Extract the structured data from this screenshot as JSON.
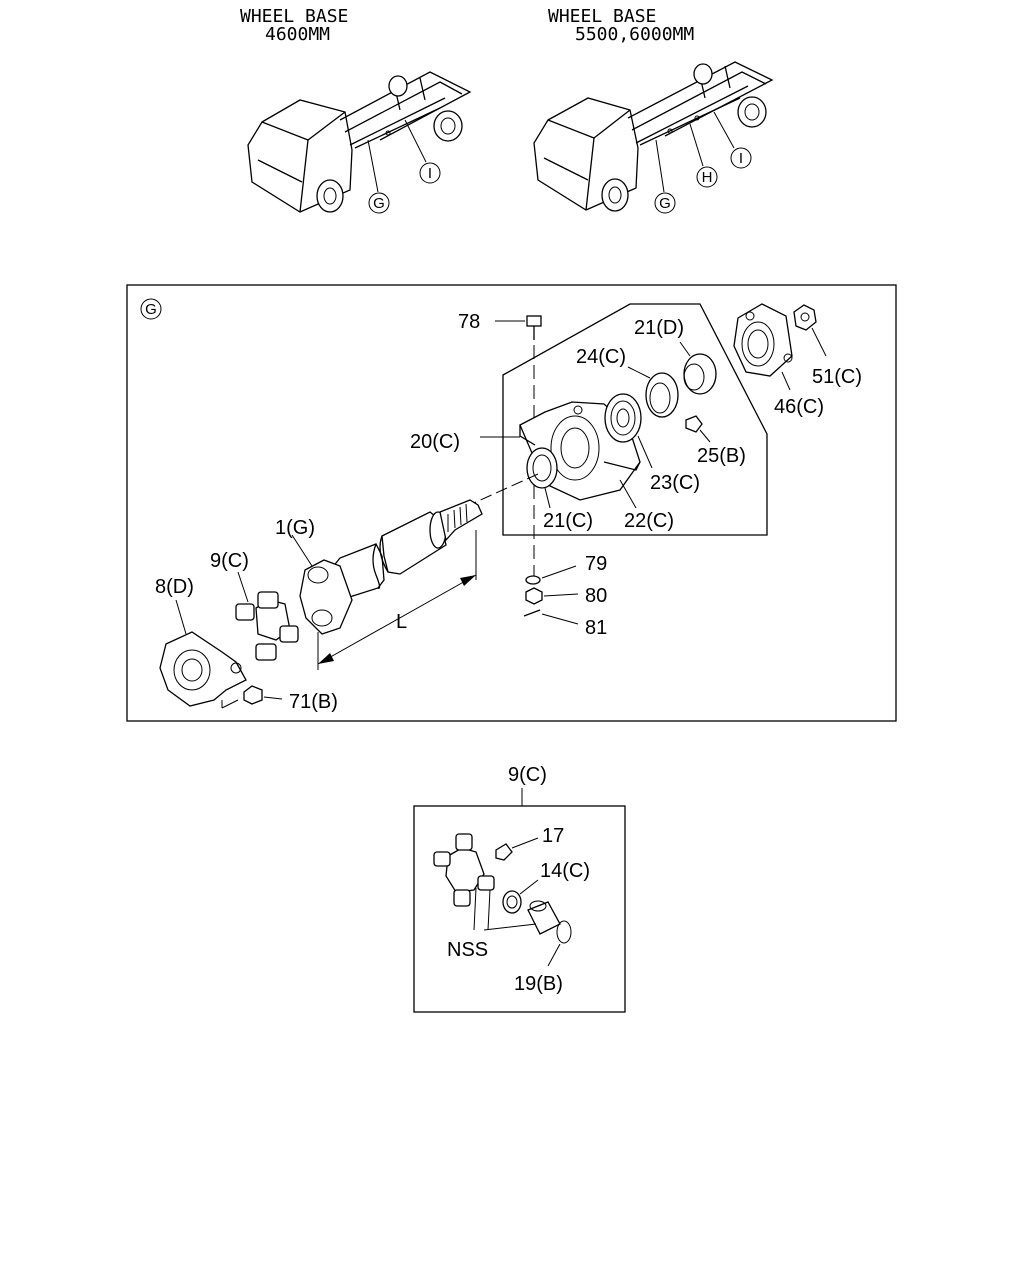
{
  "headers": {
    "left_line1": "WHEEL BASE",
    "left_line2": "4600MM",
    "right_line1": "WHEEL BASE",
    "right_line2": "5500,6000MM"
  },
  "truck_callouts": {
    "left": [
      "G",
      "I"
    ],
    "right": [
      "G",
      "H",
      "I"
    ]
  },
  "main_panel": {
    "section_letter": "G",
    "dimension_label": "L",
    "callouts": [
      "78",
      "21(D)",
      "24(C)",
      "51(C)",
      "46(C)",
      "20(C)",
      "25(B)",
      "23(C)",
      "21(C)",
      "22(C)",
      "1(G)",
      "9(C)",
      "8(D)",
      "79",
      "80",
      "81",
      "71(B)"
    ]
  },
  "detail_panel": {
    "title": "9(C)",
    "callouts": [
      "17",
      "14(C)",
      "NSS",
      "19(B)"
    ]
  }
}
